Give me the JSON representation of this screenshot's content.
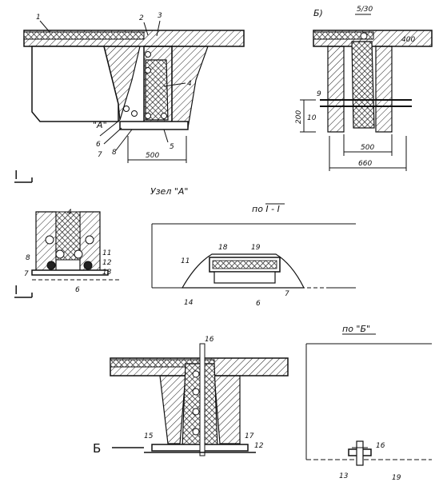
{
  "labels": {
    "n1": "1",
    "n2": "2",
    "n3": "3",
    "n4": "4",
    "n5": "5",
    "n6": "6",
    "n7": "7",
    "n8": "8",
    "n9": "9",
    "n10": "10",
    "n11": "11",
    "n12": "12",
    "n13": "13",
    "n14": "14",
    "n15": "15",
    "n16": "16",
    "n17": "17",
    "n18": "18",
    "n19": "19"
  },
  "node_a_callout": "\"A\"",
  "view_b_title": "Б)",
  "view_b_letter": "Б",
  "section_mark": "I",
  "node_a_title": "Узел \"А\"",
  "section_i_title": "по I - I",
  "view_b_section_title": "по \"Б\"",
  "dimensions": {
    "d500": "500",
    "d400": "400",
    "d5130": "5/30",
    "d200": "200",
    "d500b": "500",
    "d660": "660"
  }
}
